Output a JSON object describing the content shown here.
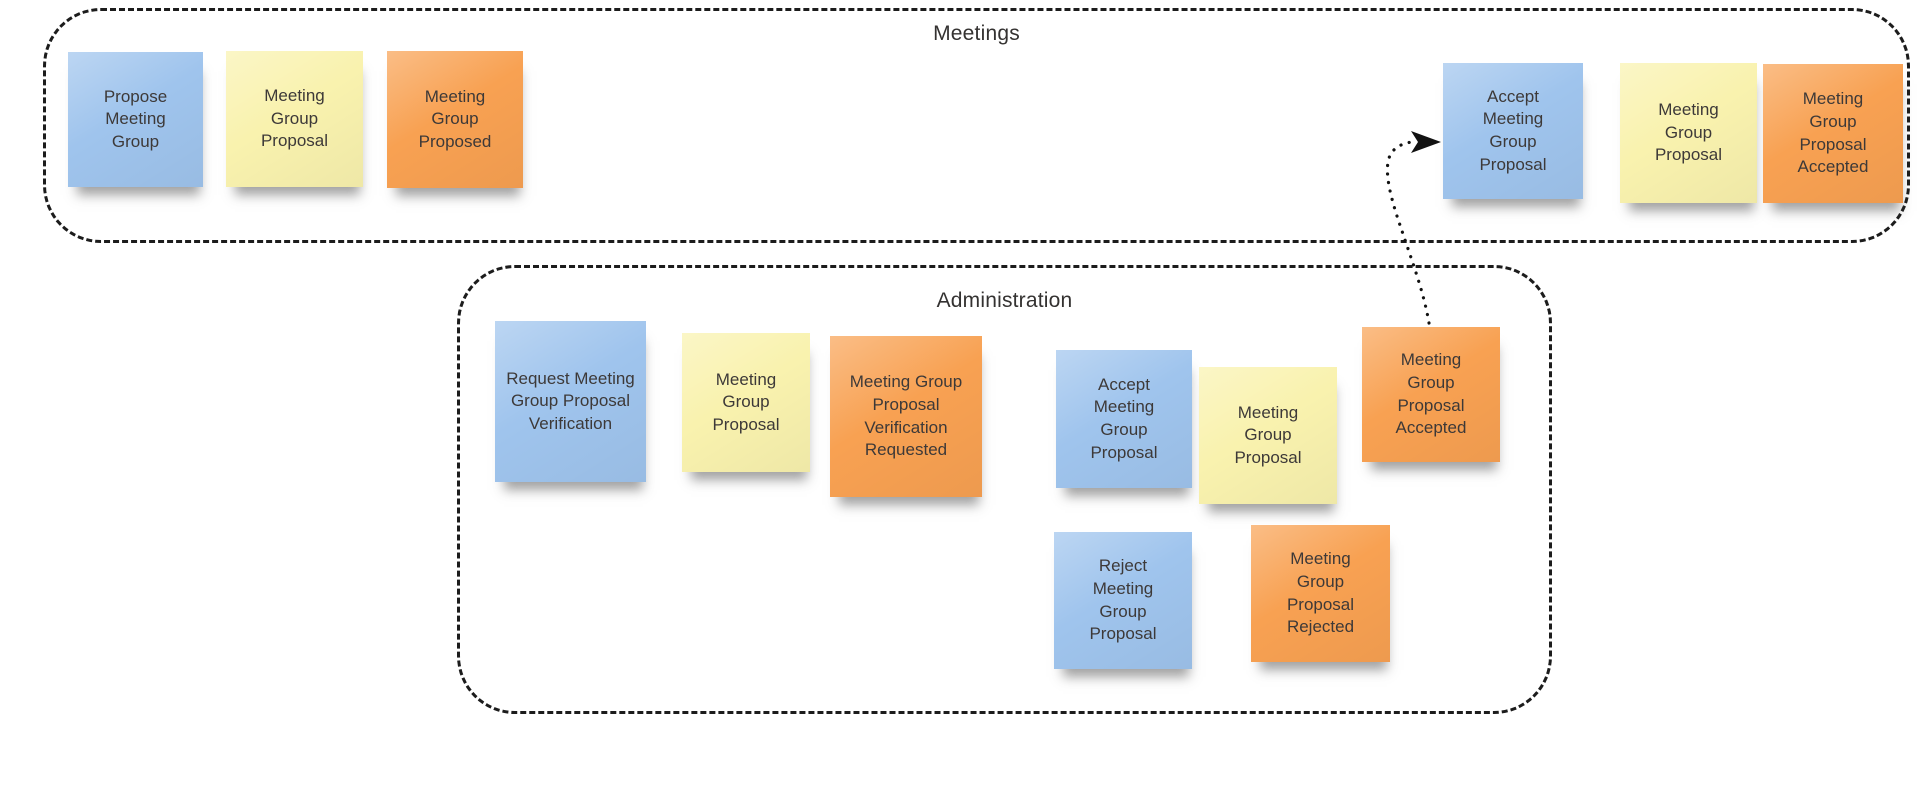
{
  "board": {
    "background": "#ffffff",
    "kind": "sticky-note-diagram"
  },
  "colors": {
    "note-blue": "#9fc4ed",
    "note-yellow": "#f9f2ae",
    "note-orange": "#f8a152",
    "note-text": "#3d3938",
    "lane-border": "#1c1c1c",
    "lane-title": "#343231",
    "connector": "#121212"
  },
  "lanes": [
    {
      "id": "meetings",
      "title": "Meetings"
    },
    {
      "id": "administration",
      "title": "Administration"
    }
  ],
  "notes": [
    {
      "lane": "meetings",
      "color": "blue",
      "text": "Propose\nMeeting\nGroup"
    },
    {
      "lane": "meetings",
      "color": "yellow",
      "text": "Meeting\nGroup\nProposal"
    },
    {
      "lane": "meetings",
      "color": "orange",
      "text": "Meeting\nGroup\nProposed"
    },
    {
      "lane": "meetings",
      "color": "blue",
      "text": "Accept\nMeeting\nGroup\nProposal"
    },
    {
      "lane": "meetings",
      "color": "yellow",
      "text": "Meeting\nGroup\nProposal"
    },
    {
      "lane": "meetings",
      "color": "orange",
      "text": "Meeting\nGroup\nProposal\nAccepted"
    },
    {
      "lane": "administration",
      "color": "blue",
      "text": "Request Meeting\nGroup Proposal\nVerification"
    },
    {
      "lane": "administration",
      "color": "yellow",
      "text": "Meeting\nGroup\nProposal"
    },
    {
      "lane": "administration",
      "color": "orange",
      "text": "Meeting Group\nProposal\nVerification\nRequested"
    },
    {
      "lane": "administration",
      "color": "blue",
      "text": "Accept\nMeeting\nGroup\nProposal"
    },
    {
      "lane": "administration",
      "color": "yellow",
      "text": "Meeting\nGroup\nProposal"
    },
    {
      "lane": "administration",
      "color": "orange",
      "text": "Meeting\nGroup\nProposal\nAccepted"
    },
    {
      "lane": "administration",
      "color": "blue",
      "text": "Reject\nMeeting\nGroup\nProposal"
    },
    {
      "lane": "administration",
      "color": "orange",
      "text": "Meeting\nGroup\nProposal\nRejected"
    }
  ],
  "connector": {
    "style": "dotted-arrow",
    "from": "note-meeting-group-proposal-accepted-admin",
    "to": "note-accept-meeting-group-proposal-meetings"
  }
}
